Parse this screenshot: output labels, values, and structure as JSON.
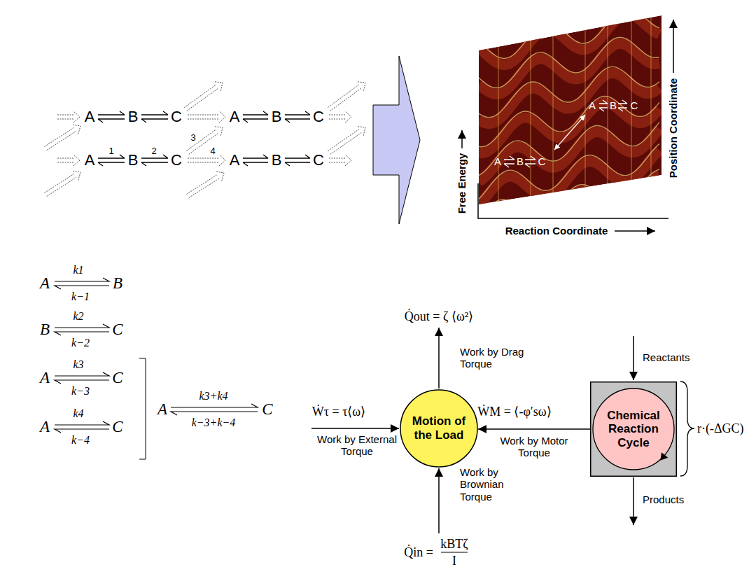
{
  "diagram": {
    "nodes": [
      {
        "text": [
          "Motion of the Load"
        ]
      },
      {
        "text": [
          "Chemical Reaction Cycle"
        ]
      }
    ],
    "edges": [
      {
        "from": 1,
        "to": 0,
        "arrow": "to",
        "label": "Work by Motor Torque"
      }
    ],
    "labels": [
      "A",
      "B",
      "C",
      "A",
      "B",
      "C",
      "A",
      "B",
      "C",
      "A",
      "B",
      "C",
      "1",
      "2",
      "3",
      "4",
      "A",
      "B",
      "C",
      "A",
      "B",
      "C",
      "Free Energy",
      "Reaction Coordinate",
      "Position Coordinate",
      "A",
      "k1",
      "k−1",
      "B",
      "B",
      "k2",
      "k−2",
      "C",
      "A",
      "k3",
      "k−3",
      "C",
      "A",
      "k4",
      "k−4",
      "C",
      "A",
      "k3+k4",
      "k−3+k−4",
      "C",
      "Q̇out = ζ ⟨ω²⟩",
      "Work by Drag Torque",
      "Ẇτ = τ⟨ω⟩",
      "Work by External Torque",
      "ẆM = ⟨-φ′sω⟩",
      "Reactants",
      "Products",
      "r·(-ΔGC)",
      "Work by Brownian Torque",
      "Q̇in =",
      "kBTζ",
      "I"
    ]
  }
}
